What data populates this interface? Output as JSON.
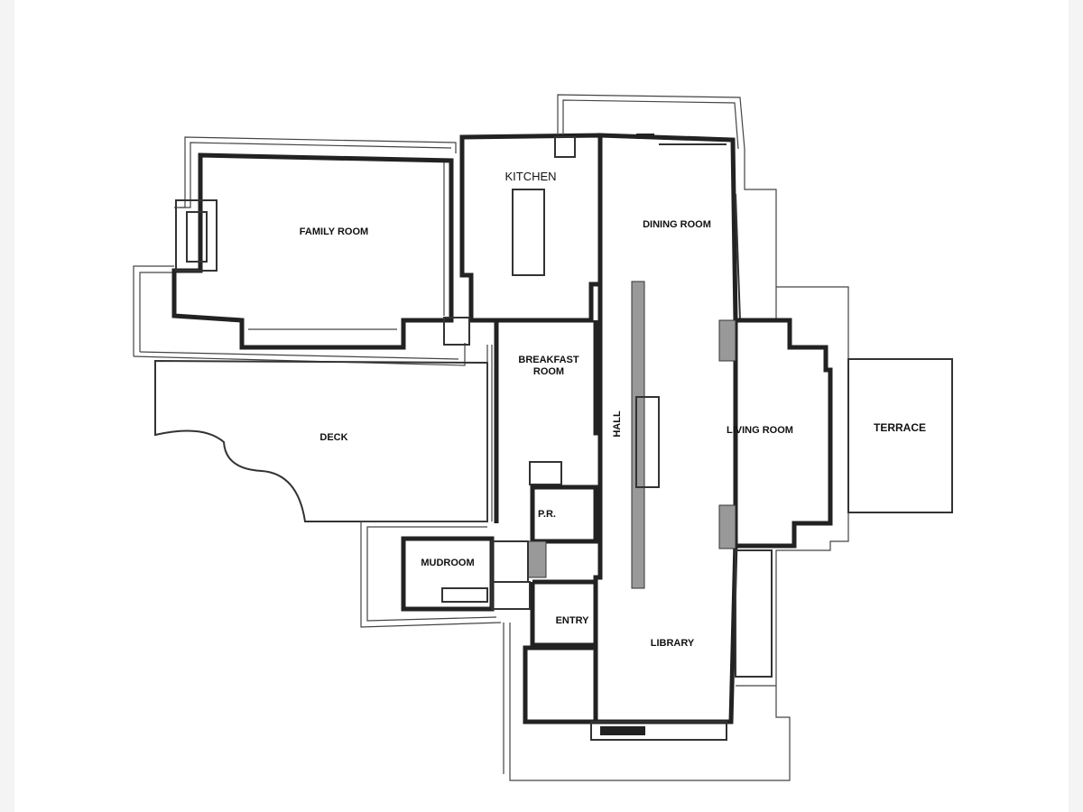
{
  "plan": {
    "rooms": {
      "family_room": "FAMILY ROOM",
      "kitchen": "KITCHEN",
      "dining_room": "DINING ROOM",
      "breakfast_room_line1": "BREAKFAST",
      "breakfast_room_line2": "ROOM",
      "hall": "HALL",
      "living_room": "LIVING ROOM",
      "terrace": "TERRACE",
      "deck": "DECK",
      "powder_room": "P.R.",
      "mudroom": "MUDROOM",
      "entry": "ENTRY",
      "library": "LIBRARY"
    }
  }
}
